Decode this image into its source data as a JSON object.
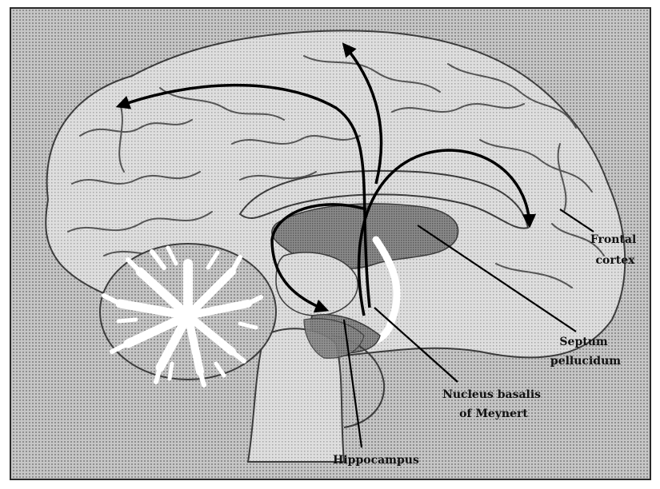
{
  "labels": {
    "frontal_cortex": [
      "Frontal",
      "cortex"
    ],
    "septum_pellucidum": [
      "Septum",
      "pellucidum"
    ],
    "nucleus_basalis": [
      "Nucleus basalis",
      "of Meynert"
    ],
    "hippocampus": "Hippocampus"
  },
  "colors": {
    "background": "#ffffff",
    "frame": "#2a2a2a",
    "stipple": "#9a9a9a",
    "brain_fill": "#d4d4d4",
    "sulcus_line": "#555555",
    "deep_structure": "#8d8d8d",
    "cerebellum_white_matter": "#ffffff",
    "arrow": "#000000"
  }
}
